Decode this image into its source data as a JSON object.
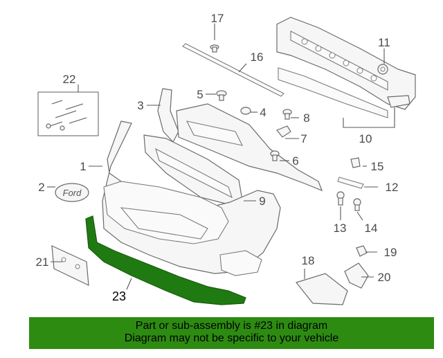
{
  "diagram": {
    "callouts": [
      {
        "id": "1",
        "label": "1"
      },
      {
        "id": "2",
        "label": "2"
      },
      {
        "id": "3",
        "label": "3"
      },
      {
        "id": "4",
        "label": "4"
      },
      {
        "id": "5",
        "label": "5"
      },
      {
        "id": "6",
        "label": "6"
      },
      {
        "id": "7",
        "label": "7"
      },
      {
        "id": "8",
        "label": "8"
      },
      {
        "id": "9",
        "label": "9"
      },
      {
        "id": "10",
        "label": "10"
      },
      {
        "id": "11",
        "label": "11"
      },
      {
        "id": "12",
        "label": "12"
      },
      {
        "id": "13",
        "label": "13"
      },
      {
        "id": "14",
        "label": "14"
      },
      {
        "id": "15",
        "label": "15"
      },
      {
        "id": "16",
        "label": "16"
      },
      {
        "id": "17",
        "label": "17"
      },
      {
        "id": "18",
        "label": "18"
      },
      {
        "id": "19",
        "label": "19"
      },
      {
        "id": "20",
        "label": "20"
      },
      {
        "id": "21",
        "label": "21"
      },
      {
        "id": "22",
        "label": "22"
      },
      {
        "id": "23",
        "label": "23"
      }
    ],
    "highlighted_part": "23",
    "highlight_color": "#1f7a12",
    "emblem_text": "Ford"
  },
  "banner": {
    "line1": "Part or sub-assembly is #23 in diagram",
    "line2": "Diagram may not be specific to your vehicle",
    "background": "#2e8b12"
  }
}
